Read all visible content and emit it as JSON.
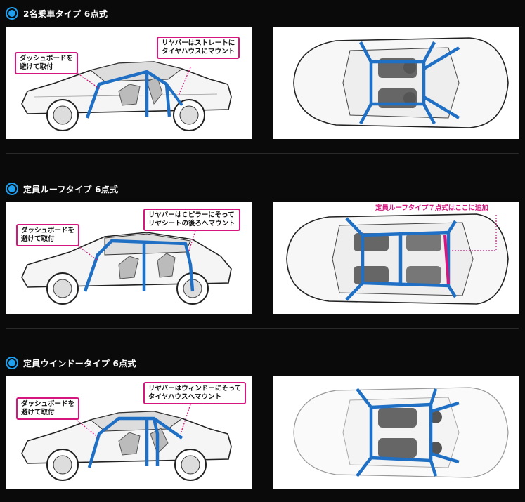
{
  "sections": [
    {
      "title": "2名乗車タイプ 6点式",
      "callout_left": [
        "ダッシュボードを",
        "避けて取付"
      ],
      "callout_right": [
        "リヤバーはストレートに",
        "タイヤハウスにマウント"
      ]
    },
    {
      "title": "定員ルーフタイプ 6点式",
      "callout_left": [
        "ダッシュボードを",
        "避けて取付"
      ],
      "callout_right": [
        "リヤバーはＣピラーにそって",
        "リヤシートの後ろへマウント"
      ],
      "note": "定員ルーフタイプ７点式はここに追加"
    },
    {
      "title": "定員ウインドータイプ 6点式",
      "callout_left": [
        "ダッシュボードを",
        "避けて取付"
      ],
      "callout_right": [
        "リヤバーはウィンドーにそって",
        "タイヤハウスへマウント"
      ]
    }
  ],
  "colors": {
    "accent_blue": "#1da1f2",
    "cage_blue": "#1f6fc4",
    "callout_magenta": "#d6167f",
    "background": "#0a0a0a"
  },
  "icons": [
    "bullet-circle-icon"
  ]
}
